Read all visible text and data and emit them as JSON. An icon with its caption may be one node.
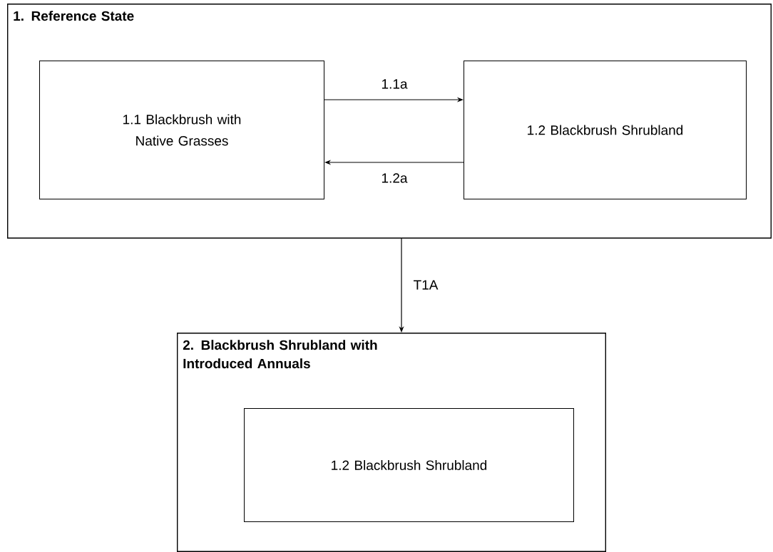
{
  "diagram": {
    "nodes": [
      {
        "text": [
          "1. Reference State"
        ]
      },
      {
        "text": [
          "1.1 Blackbrush with Native Grasses"
        ],
        "in": 0
      },
      {
        "text": [
          "1.2 Blackbrush Shrubland"
        ],
        "in": 0
      },
      {
        "text": [
          "2. Blackbrush Shrubland with Introduced Annuals"
        ]
      },
      {
        "text": [
          "1.2 Blackbrush Shrubland"
        ],
        "in": 3
      }
    ],
    "edges": [
      {
        "from": 1,
        "to": 2,
        "arrow": "to",
        "label": "1.1a"
      },
      {
        "from": 2,
        "to": 1,
        "arrow": "to",
        "label": "1.2a"
      },
      {
        "from": 0,
        "to": 3,
        "arrow": "to",
        "label": "T1A"
      }
    ]
  }
}
